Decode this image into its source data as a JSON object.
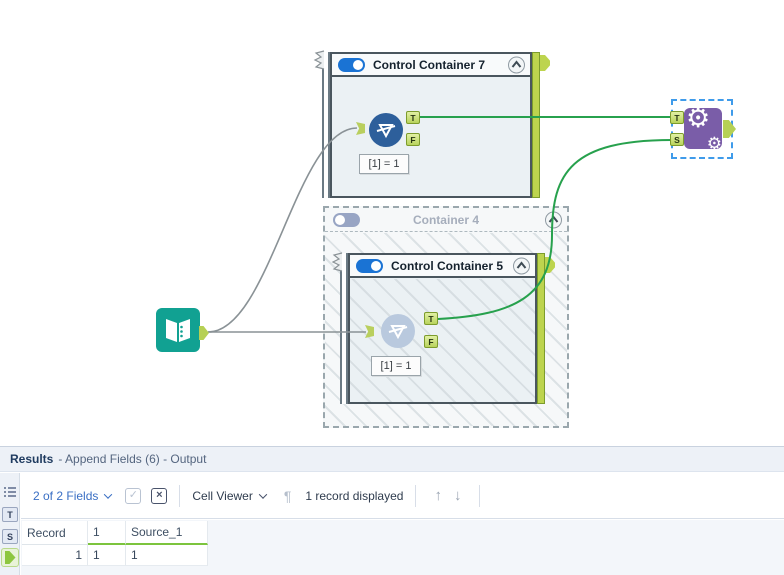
{
  "canvas": {
    "containers": {
      "cc7": {
        "title": "Control Container 7",
        "toggle": "on"
      },
      "c4": {
        "title": "Container 4",
        "toggle": "off"
      },
      "cc5": {
        "title": "Control Container 5",
        "toggle": "on"
      }
    },
    "tools": {
      "filter7": {
        "annotation": "[1] = 1"
      },
      "filter5": {
        "annotation": "[1] = 1"
      }
    },
    "anchor_labels": {
      "t": "T",
      "f": "F",
      "s": "S"
    }
  },
  "results": {
    "title": "Results",
    "subtitle": "- Append Fields (6) - Output",
    "toolbar": {
      "fields_label": "2 of 2 Fields",
      "cell_viewer_label": "Cell Viewer",
      "record_count_label": "1 record displayed"
    },
    "anchor_strip": {
      "t": "T",
      "s": "S"
    },
    "table": {
      "headers": [
        "Record",
        "1",
        "Source_1"
      ],
      "rows": [
        [
          "1",
          "1",
          "1"
        ]
      ]
    }
  },
  "icons": {
    "check": "✓",
    "close": "×",
    "pilcrow": "¶",
    "arrow_up": "↑",
    "arrow_down": "↓",
    "gear": "⚙"
  },
  "colors": {
    "filter_blue": "#2d5f9b",
    "tool_purple": "#7a5da8",
    "tool_teal": "#11a192",
    "wire_green": "#27a14d",
    "wire_gray": "#8a9296",
    "anchor_green": "#bdd44e",
    "toggle_blue": "#1a73d4",
    "selection_blue": "#3f9bea",
    "link_blue": "#3a6fc4",
    "grid_underline_green": "#7cc43e"
  }
}
